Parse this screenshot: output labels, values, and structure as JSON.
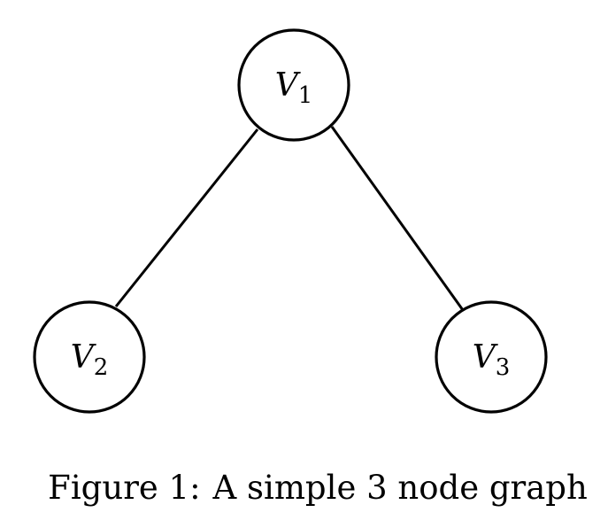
{
  "graph": {
    "nodes": [
      {
        "id": "V1",
        "letter": "V",
        "subscript": "1"
      },
      {
        "id": "V2",
        "letter": "V",
        "subscript": "2"
      },
      {
        "id": "V3",
        "letter": "V",
        "subscript": "3"
      }
    ],
    "edges": [
      {
        "from": "V1",
        "to": "V2"
      },
      {
        "from": "V1",
        "to": "V3"
      }
    ]
  },
  "caption": {
    "label": "Figure 1:",
    "text": "A simple 3 node graph"
  }
}
